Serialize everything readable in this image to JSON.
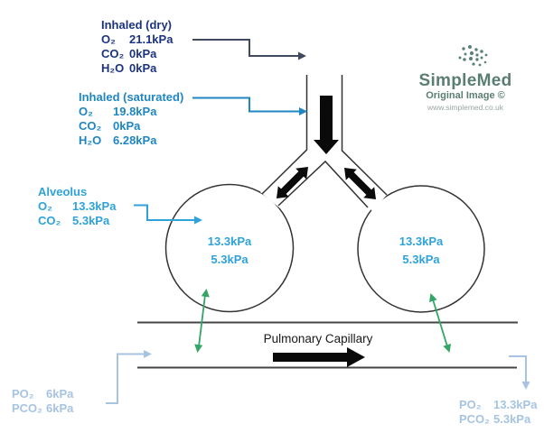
{
  "inhaled_dry": {
    "title": "Inhaled (dry)",
    "rows": [
      [
        "O₂",
        "21.1kPa"
      ],
      [
        "CO₂",
        "0kPa"
      ],
      [
        "H₂O",
        "0kPa"
      ]
    ]
  },
  "inhaled_saturated": {
    "title": "Inhaled (saturated)",
    "rows": [
      [
        "O₂",
        "19.8kPa"
      ],
      [
        "CO₂",
        "0kPa"
      ],
      [
        "H₂O",
        "6.28kPa"
      ]
    ]
  },
  "alveolus": {
    "title": "Alveolus",
    "rows": [
      [
        "O₂",
        "13.3kPa"
      ],
      [
        "CO₂",
        "5.3kPa"
      ]
    ]
  },
  "capillary_in": {
    "rows": [
      [
        "PO₂",
        "6kPa"
      ],
      [
        "PCO₂",
        "6kPa"
      ]
    ]
  },
  "capillary_out": {
    "rows": [
      [
        "PO₂",
        "13.3kPa"
      ],
      [
        "PCO₂",
        "5.3kPa"
      ]
    ]
  },
  "alveoli_labels": {
    "left": {
      "o2": "13.3kPa",
      "co2": "5.3kPa"
    },
    "right": {
      "o2": "13.3kPa",
      "co2": "5.3kPa"
    }
  },
  "capillary": {
    "flow_label": "Pulmonary Capillary"
  },
  "logo": {
    "name": "SimpleMed",
    "line2": "Original Image ©",
    "url": "www.simplemed.co.uk"
  },
  "colors": {
    "navy_text": "#1c3382",
    "azure_text": "#1f86c2",
    "cyan_text": "#2fa3d9",
    "light_steel_text": "#a6c4e1",
    "green_arrow": "#33a566",
    "black_arrow": "#0a0a0a",
    "outline": "#333333",
    "dark_connector": "#3f4a5c",
    "logo_green": "#5b7e74",
    "logo_url_gray": "#99a7a0"
  }
}
